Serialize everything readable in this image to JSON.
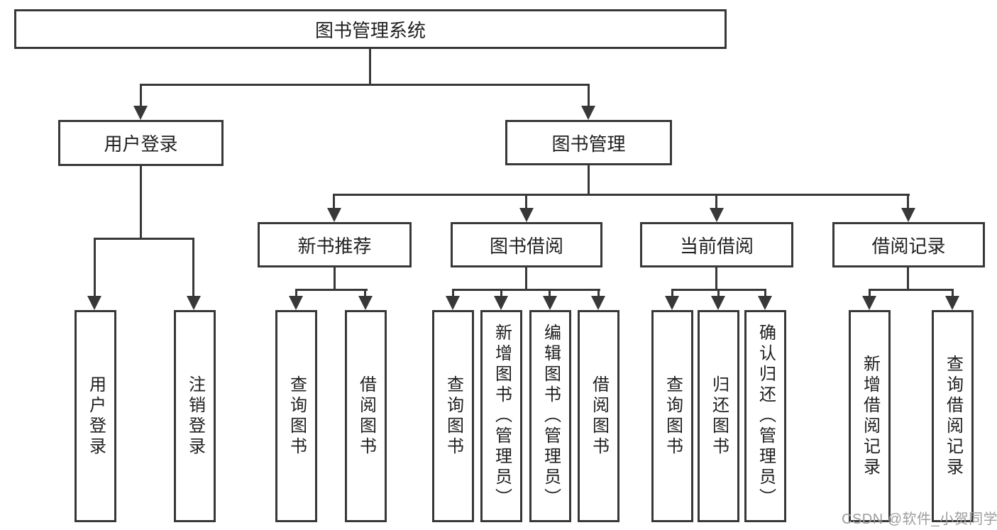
{
  "colors": {
    "line": "#383838",
    "text": "#1f1f1f",
    "background": "#ffffff",
    "watermark": "#9d9d9d"
  },
  "nodes": {
    "root": {
      "label": "图书管理系统"
    },
    "user_login": {
      "label": "用户登录"
    },
    "book_mgmt": {
      "label": "图书管理"
    },
    "new_book_rec": {
      "label": "新书推荐"
    },
    "book_borrow": {
      "label": "图书借阅"
    },
    "current_borrow": {
      "label": "当前借阅"
    },
    "borrow_records": {
      "label": "借阅记录"
    },
    "leaf_login": {
      "label": "用户登录"
    },
    "leaf_logout": {
      "label": "注销登录"
    },
    "leaf_nbr_query": {
      "label": "查询图书"
    },
    "leaf_nbr_borrow": {
      "label": "借阅图书"
    },
    "leaf_bb_query": {
      "label": "查询图书"
    },
    "leaf_bb_add": {
      "label": "新增图书（管理员）"
    },
    "leaf_bb_edit": {
      "label": "编辑图书（管理员）"
    },
    "leaf_bb_borrow": {
      "label": "借阅图书"
    },
    "leaf_cb_query": {
      "label": "查询图书"
    },
    "leaf_cb_return": {
      "label": "归还图书"
    },
    "leaf_cb_confirm": {
      "label": "确认归还（管理员）"
    },
    "leaf_br_add": {
      "label": "新增借阅记录"
    },
    "leaf_br_query": {
      "label": "查询借阅记录"
    }
  },
  "hierarchy": {
    "图书管理系统": {
      "用户登录": [
        "用户登录",
        "注销登录"
      ],
      "图书管理": {
        "新书推荐": [
          "查询图书",
          "借阅图书"
        ],
        "图书借阅": [
          "查询图书",
          "新增图书（管理员）",
          "编辑图书（管理员）",
          "借阅图书"
        ],
        "当前借阅": [
          "查询图书",
          "归还图书",
          "确认归还（管理员）"
        ],
        "借阅记录": [
          "新增借阅记录",
          "查询借阅记录"
        ]
      }
    }
  },
  "watermark": {
    "text": "CSDN @软件_小贺同学"
  }
}
